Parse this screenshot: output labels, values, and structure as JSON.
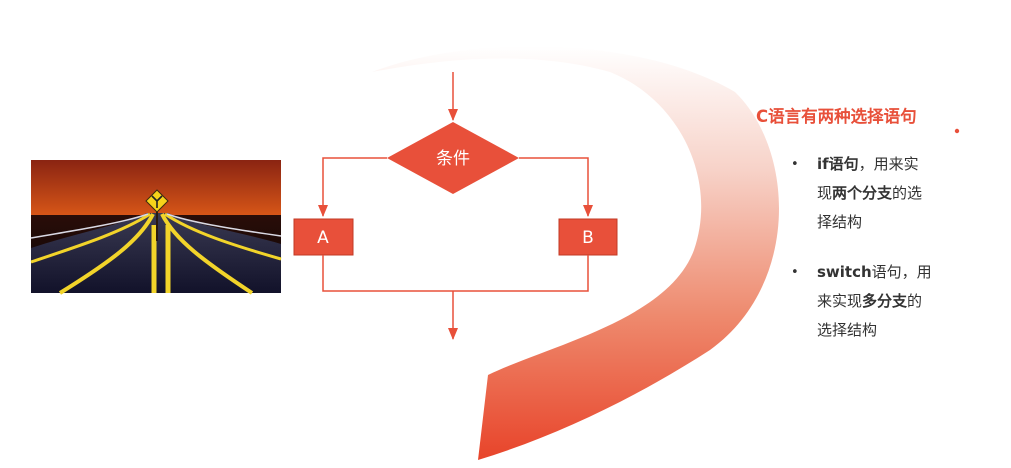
{
  "diagram": {
    "condition_label": "条件",
    "branch_a_label": "A",
    "branch_b_label": "B"
  },
  "colors": {
    "accent": "#e8503a",
    "text": "#333333",
    "sign": "#f6d21a"
  },
  "icons": {
    "fork_sign": "fork-road-sign"
  },
  "panel": {
    "heading": "C语言有两种选择语句",
    "bullet_marker": "•",
    "bullets": [
      {
        "l1_a": "if语句",
        "l1_b": "，用来实",
        "l2_a": "现",
        "l2_b": "两个分支",
        "l2_c": "的选",
        "l3": "择结构"
      },
      {
        "l1_a": "switch",
        "l1_b": "语句，用",
        "l2_a": "来实现",
        "l2_b": "多分支",
        "l2_c": "的",
        "l3": "选择结构"
      }
    ]
  }
}
